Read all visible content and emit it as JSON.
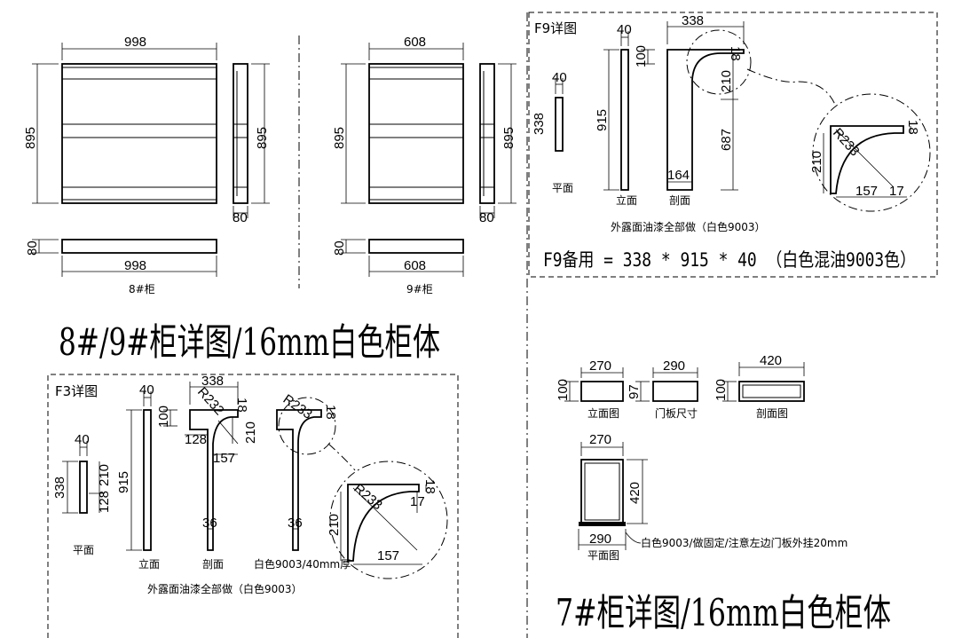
{
  "titles": {
    "main_8_9": "8#/9#柜详图/16mm白色柜体",
    "main_7": "7#柜详图/16mm白色柜体"
  },
  "cab8": {
    "width": "998",
    "height": "895",
    "side_height": "895",
    "side_depth": "80",
    "plan_depth": "80",
    "plan_width": "998",
    "caption": "8#柜"
  },
  "cab9": {
    "width": "608",
    "height": "895",
    "side_height": "895",
    "side_depth": "80",
    "plan_depth": "80",
    "plan_width": "608",
    "caption": "9#柜"
  },
  "f9": {
    "header": "F9详图",
    "plan_thk": "40",
    "plan_len": "338",
    "plan_caption": "平面",
    "elev_thk": "40",
    "elev_top": "100",
    "elev_height": "915",
    "elev_caption": "立面",
    "sec_width": "338",
    "sec_top": "18",
    "sec_curve": "210",
    "sec_lower": "687",
    "sec_leg": "164",
    "sec_caption": "剖面",
    "detail_r": "R233",
    "detail_18": "18",
    "detail_210": "210",
    "detail_157": "157",
    "detail_17": "17",
    "paint_note": "外露面油漆全部做（白色9003）",
    "spare_spec": "F9备用 = 338 * 915 * 40 （白色混油9003色）"
  },
  "f3": {
    "header": "F3详图",
    "plan_thk": "40",
    "plan_len": "338",
    "plan_210": "210",
    "plan_128": "128",
    "plan_caption": "平面",
    "elev_thk": "40",
    "elev_top": "100",
    "elev_height": "915",
    "elev_caption": "立面",
    "sec_width": "338",
    "sec_r": "R232",
    "sec_18": "18",
    "sec_210": "210",
    "sec_128": "128",
    "sec_157": "157",
    "sec_36": "36",
    "sec_caption": "剖面",
    "sec2_r": "R233",
    "sec2_18": "18",
    "sec2_36": "36",
    "sec2_caption": "白色9003/40mm厚",
    "detail_r": "R233",
    "detail_18": "18",
    "detail_17": "17",
    "detail_210": "210",
    "detail_157": "157",
    "paint_note": "外露面油漆全部做（白色9003）"
  },
  "cab7": {
    "elev_w": "270",
    "elev_h": "100",
    "elev_caption": "立面图",
    "door_w": "290",
    "door_h": "97",
    "door_caption": "门板尺寸",
    "sec_w": "420",
    "sec_h": "100",
    "sec_caption": "剖面图",
    "plan_w": "270",
    "plan_h": "420",
    "plan_bottom_w": "290",
    "plan_caption": "平面图",
    "plan_note": "白色9003/做固定/注意左边门板外挂20mm"
  }
}
